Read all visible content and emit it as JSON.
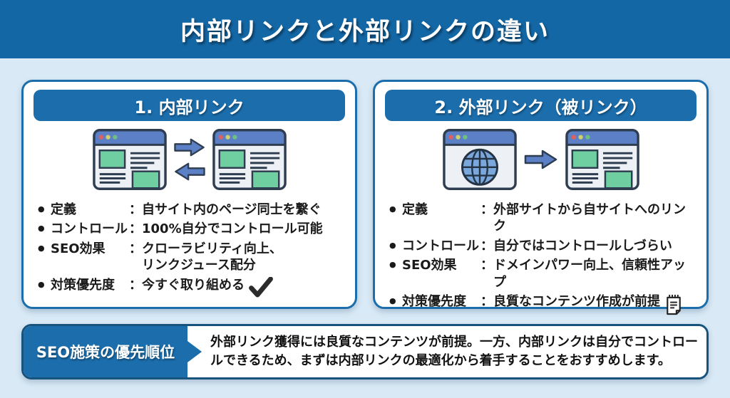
{
  "page": {
    "title": "内部リンクと外部リンクの違い"
  },
  "ui": {
    "colon": "：",
    "bullet": "●"
  },
  "colors": {
    "header_bg": "#1467a5",
    "panel_blue": "#1b6dab",
    "page_bg": "#d9e9f5",
    "card_border": "#1b6dab",
    "footer_border": "#16547d",
    "window_titlebar": "#5c80c6",
    "accent_green": "#6fcfa0",
    "arrow_blue": "#5c80c6",
    "check_color": "#2b2b2b"
  },
  "left_card": {
    "title": "1. 内部リンク",
    "illustration_icons": [
      "browser-window-icon",
      "arrow-right-icon",
      "arrow-left-icon",
      "browser-window-icon"
    ],
    "rows": [
      {
        "label": "定義",
        "value": "自サイト内のページ同士を繋ぐ",
        "icon": ""
      },
      {
        "label": "コントロール",
        "value": "100%自分でコントロール可能",
        "icon": ""
      },
      {
        "label": "SEO効果",
        "value": "クローラビリティ向上、\nリンクジュース配分",
        "icon": ""
      },
      {
        "label": "対策優先度",
        "value": "今すぐ取り組める",
        "icon": "check-icon"
      }
    ]
  },
  "right_card": {
    "title": "2. 外部リンク（被リンク）",
    "illustration_icons": [
      "globe-browser-icon",
      "arrow-right-icon",
      "browser-window-icon"
    ],
    "rows": [
      {
        "label": "定義",
        "value": "外部サイトから自サイトへのリンク",
        "icon": ""
      },
      {
        "label": "コントロール",
        "value": "自分ではコントロールしづらい",
        "icon": ""
      },
      {
        "label": "SEO効果",
        "value": "ドメインパワー向上、信頼性アップ",
        "icon": ""
      },
      {
        "label": "対策優先度",
        "value": "良質なコンテンツ作成が前提",
        "icon": "memo-icon"
      }
    ]
  },
  "footer": {
    "label": "SEO施策の優先順位",
    "text": "外部リンク獲得には良質なコンテンツが前提。一方、内部リンクは自分でコントロールできるため、まずは内部リンクの最適化から着手することをおすすめします。"
  }
}
